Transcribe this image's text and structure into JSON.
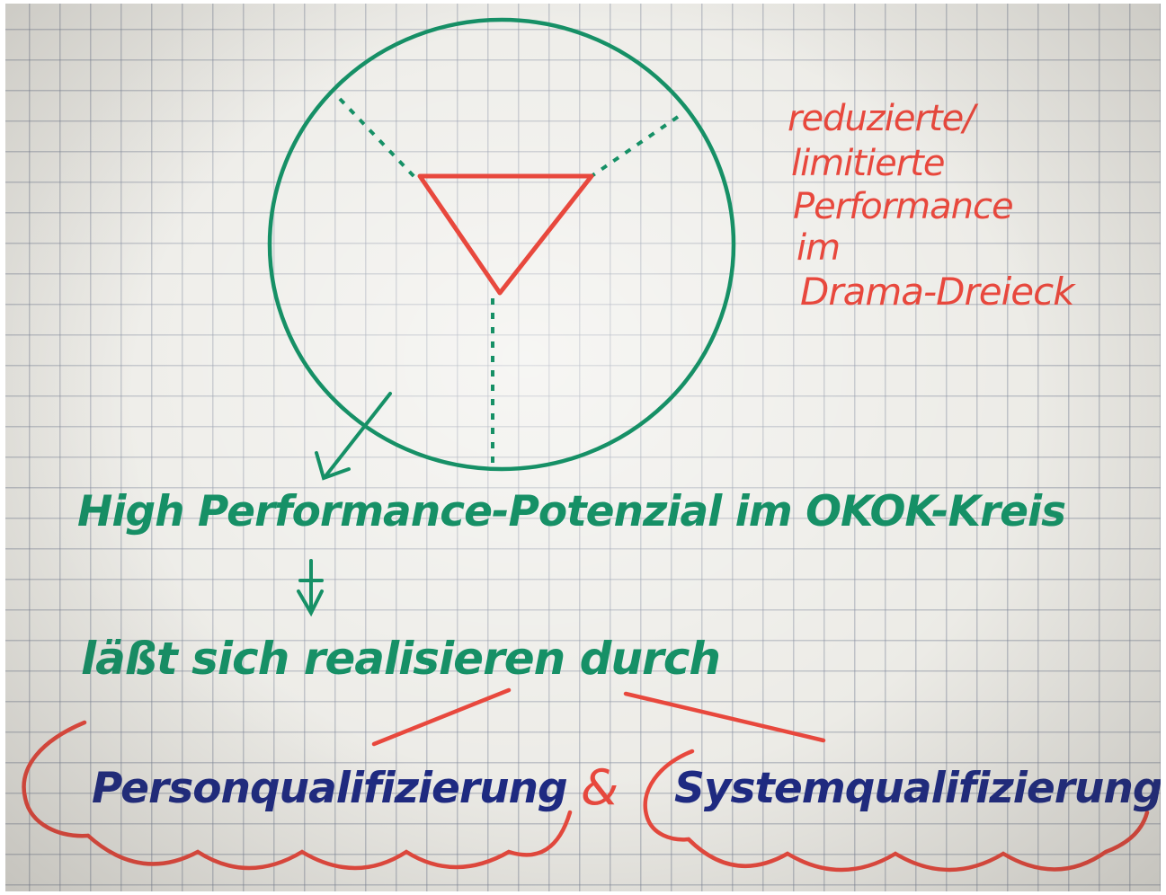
{
  "note": {
    "red_caption": [
      "reduzierte/",
      "limitierte",
      "Performance",
      "im",
      "Drama-Dreieck"
    ],
    "main_line": "High Performance-Potenzial im OKOK-Kreis",
    "sub_line": "läßt sich realisieren durch",
    "option_left": "Personqualifizierung",
    "connector": "&",
    "option_right": "Systemqualifizierung"
  },
  "colors": {
    "paper": "#ecebe6",
    "grid": "#7882a0",
    "green_ink": "#169066",
    "red_ink": "#e8483d",
    "blue_ink": "#1e2a82"
  }
}
